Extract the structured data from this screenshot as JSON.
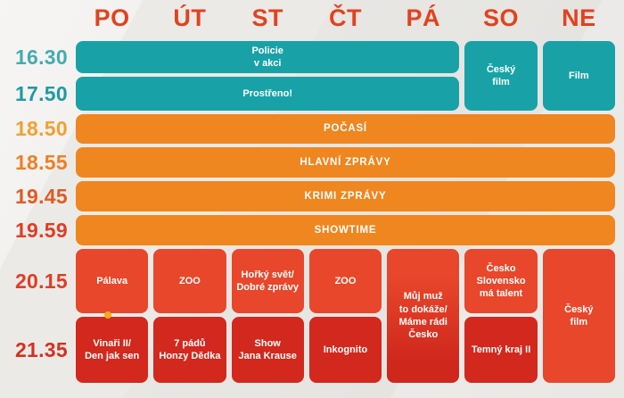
{
  "title": "TV weekly programme schedule grid",
  "palette": {
    "teal": "#18a2a7",
    "orange": "#f0861f",
    "red": "#e8472b",
    "dark_red": "#d2281d",
    "friday_gradient_bottom": "#cf271c",
    "day_label_color": "#e2421f",
    "background": "#eae9e6",
    "accent_dot": "#f3a81e"
  },
  "days": [
    {
      "label": "PO"
    },
    {
      "label": "ÚT"
    },
    {
      "label": "ST"
    },
    {
      "label": "ČT"
    },
    {
      "label": "PÁ"
    },
    {
      "label": "SO"
    },
    {
      "label": "NE"
    }
  ],
  "times": [
    {
      "label": "16.30",
      "color": "#45abb1"
    },
    {
      "label": "17.50",
      "color": "#1f9ba3"
    },
    {
      "label": "18.50",
      "color": "#f2a12d"
    },
    {
      "label": "18.55",
      "color": "#ee7f26"
    },
    {
      "label": "19.45",
      "color": "#e25a22"
    },
    {
      "label": "19.59",
      "color": "#de3d25"
    },
    {
      "label": "20.15",
      "color": "#e13c26"
    },
    {
      "label": "21.35",
      "color": "#d5301f"
    }
  ],
  "chart_data": {
    "type": "table",
    "columns": [
      "PO",
      "ÚT",
      "ST",
      "ČT",
      "PÁ",
      "SO",
      "NE"
    ],
    "rows": [
      "16.30",
      "17.50",
      "18.50",
      "18.55",
      "19.45",
      "19.59",
      "20.15",
      "21.35"
    ],
    "cells": [
      {
        "label": "Policie\nv akci",
        "program": "Policie v akci",
        "days": [
          "PO",
          "ÚT",
          "ST",
          "ČT",
          "PÁ"
        ],
        "time": "16.30",
        "color": "#18a2a7"
      },
      {
        "label": "Prostřeno!",
        "program": "Prostřeno!",
        "days": [
          "PO",
          "ÚT",
          "ST",
          "ČT",
          "PÁ"
        ],
        "time": "17.50",
        "color": "#18a2a7"
      },
      {
        "label": "Český\nfilm",
        "program": "Český film",
        "days": [
          "SO"
        ],
        "time": "16.30–17.50",
        "color": "#18a2a7"
      },
      {
        "label": "Film",
        "program": "Film",
        "days": [
          "NE"
        ],
        "time": "16.30–17.50",
        "color": "#18a2a7"
      },
      {
        "label": "POČASÍ",
        "program": "Počasí",
        "days": [
          "PO",
          "ÚT",
          "ST",
          "ČT",
          "PÁ",
          "SO",
          "NE"
        ],
        "time": "18.50",
        "color": "#f0861f"
      },
      {
        "label": "HLAVNÍ ZPRÁVY",
        "program": "Hlavní zprávy",
        "days": [
          "PO",
          "ÚT",
          "ST",
          "ČT",
          "PÁ",
          "SO",
          "NE"
        ],
        "time": "18.55",
        "color": "#f0861f"
      },
      {
        "label": "KRIMI ZPRÁVY",
        "program": "Krimi zprávy",
        "days": [
          "PO",
          "ÚT",
          "ST",
          "ČT",
          "PÁ",
          "SO",
          "NE"
        ],
        "time": "19.45",
        "color": "#f0861f"
      },
      {
        "label": "SHOWTIME",
        "program": "Showtime",
        "days": [
          "PO",
          "ÚT",
          "ST",
          "ČT",
          "PÁ",
          "SO",
          "NE"
        ],
        "time": "19.59",
        "color": "#f0861f"
      },
      {
        "label": "Pálava",
        "program": "Pálava",
        "days": [
          "PO"
        ],
        "time": "20.15",
        "color": "#e8472b"
      },
      {
        "label": "ZOO",
        "program": "ZOO",
        "days": [
          "ÚT"
        ],
        "time": "20.15",
        "color": "#e8472b"
      },
      {
        "label": "Hořký svět/\nDobré zprávy",
        "program": "Hořký svět / Dobré zprávy",
        "days": [
          "ST"
        ],
        "time": "20.15",
        "color": "#e8472b"
      },
      {
        "label": "ZOO",
        "program": "ZOO",
        "days": [
          "ČT"
        ],
        "time": "20.15",
        "color": "#e8472b"
      },
      {
        "label": "Můj muž\nto dokáže/\nMáme rádi\nČesko",
        "program": "Můj muž to dokáže / Máme rádi Česko",
        "days": [
          "PÁ"
        ],
        "time": "20.15–21.35",
        "color": "#e8472b"
      },
      {
        "label": "Česko Slovensko\nmá talent",
        "program": "Česko Slovensko má talent",
        "days": [
          "SO"
        ],
        "time": "20.15",
        "color": "#e8472b"
      },
      {
        "label": "Český\nfilm",
        "program": "Český film",
        "days": [
          "NE"
        ],
        "time": "20.15–21.35",
        "color": "#e8472b"
      },
      {
        "label": "Vinaři II/\nDen jak sen",
        "program": "Vinaři II / Den jak sen",
        "days": [
          "PO"
        ],
        "time": "21.35",
        "color": "#d2281d"
      },
      {
        "label": "7 pádů\nHonzy Dědka",
        "program": "7 pádů Honzy Dědka",
        "days": [
          "ÚT"
        ],
        "time": "21.35",
        "color": "#d2281d"
      },
      {
        "label": "Show\nJana Krause",
        "program": "Show Jana Krause",
        "days": [
          "ST"
        ],
        "time": "21.35",
        "color": "#d2281d"
      },
      {
        "label": "Inkognito",
        "program": "Inkognito",
        "days": [
          "ČT"
        ],
        "time": "21.35",
        "color": "#d2281d"
      },
      {
        "label": "Temný kraj II",
        "program": "Temný kraj II",
        "days": [
          "SO"
        ],
        "time": "21.35",
        "color": "#d2281d"
      }
    ]
  }
}
